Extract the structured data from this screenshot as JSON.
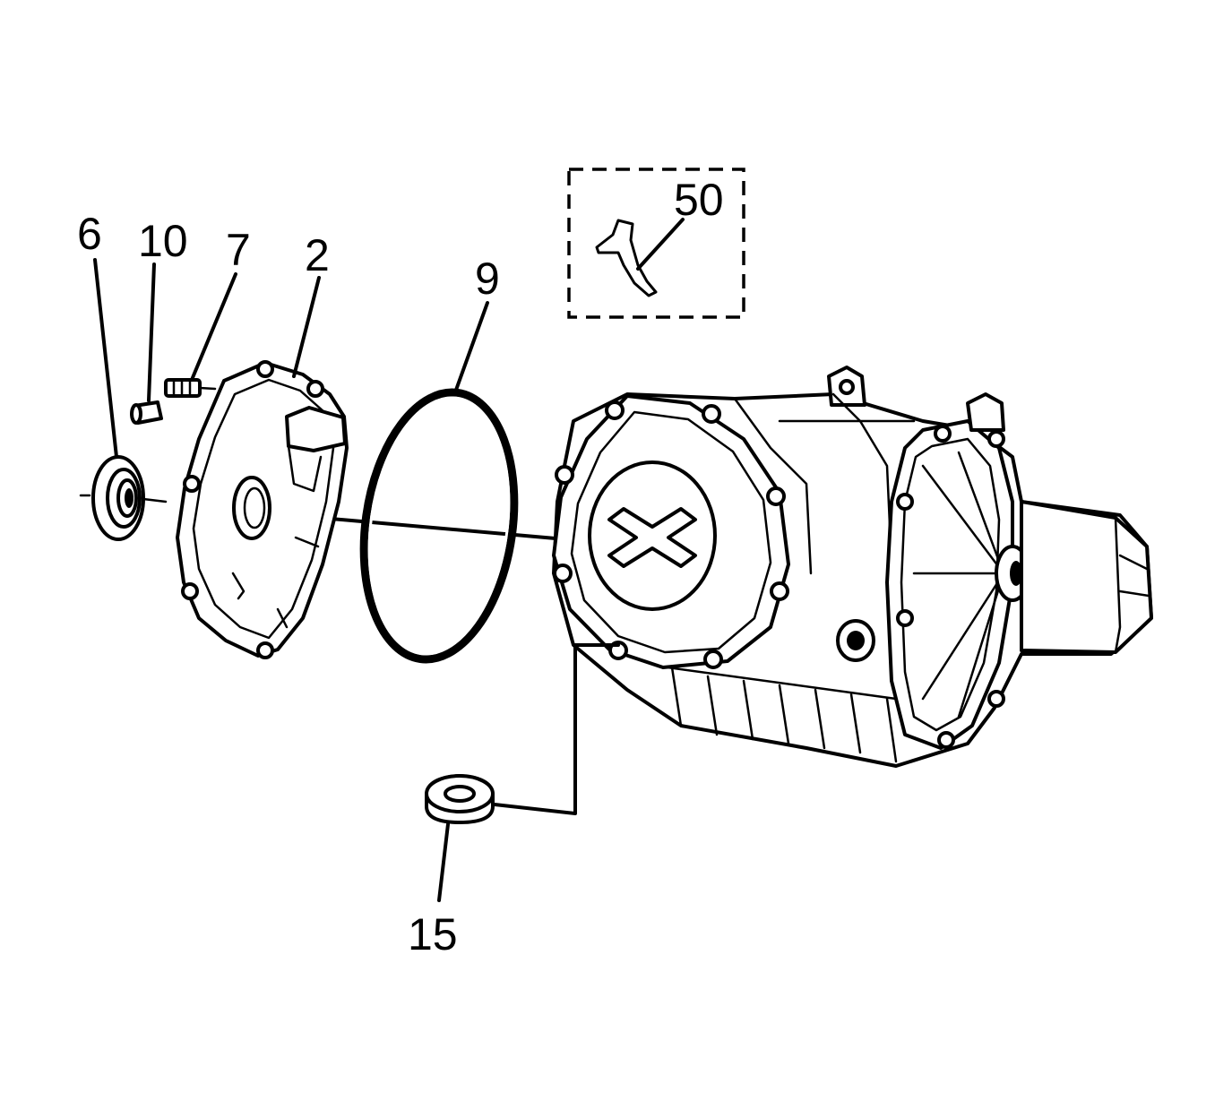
{
  "colors": {
    "ink": "#000000",
    "background": "#ffffff"
  },
  "callouts": {
    "c6": "6",
    "c10": "10",
    "c7": "7",
    "c2": "2",
    "c9": "9",
    "c50": "50",
    "c15": "15"
  }
}
